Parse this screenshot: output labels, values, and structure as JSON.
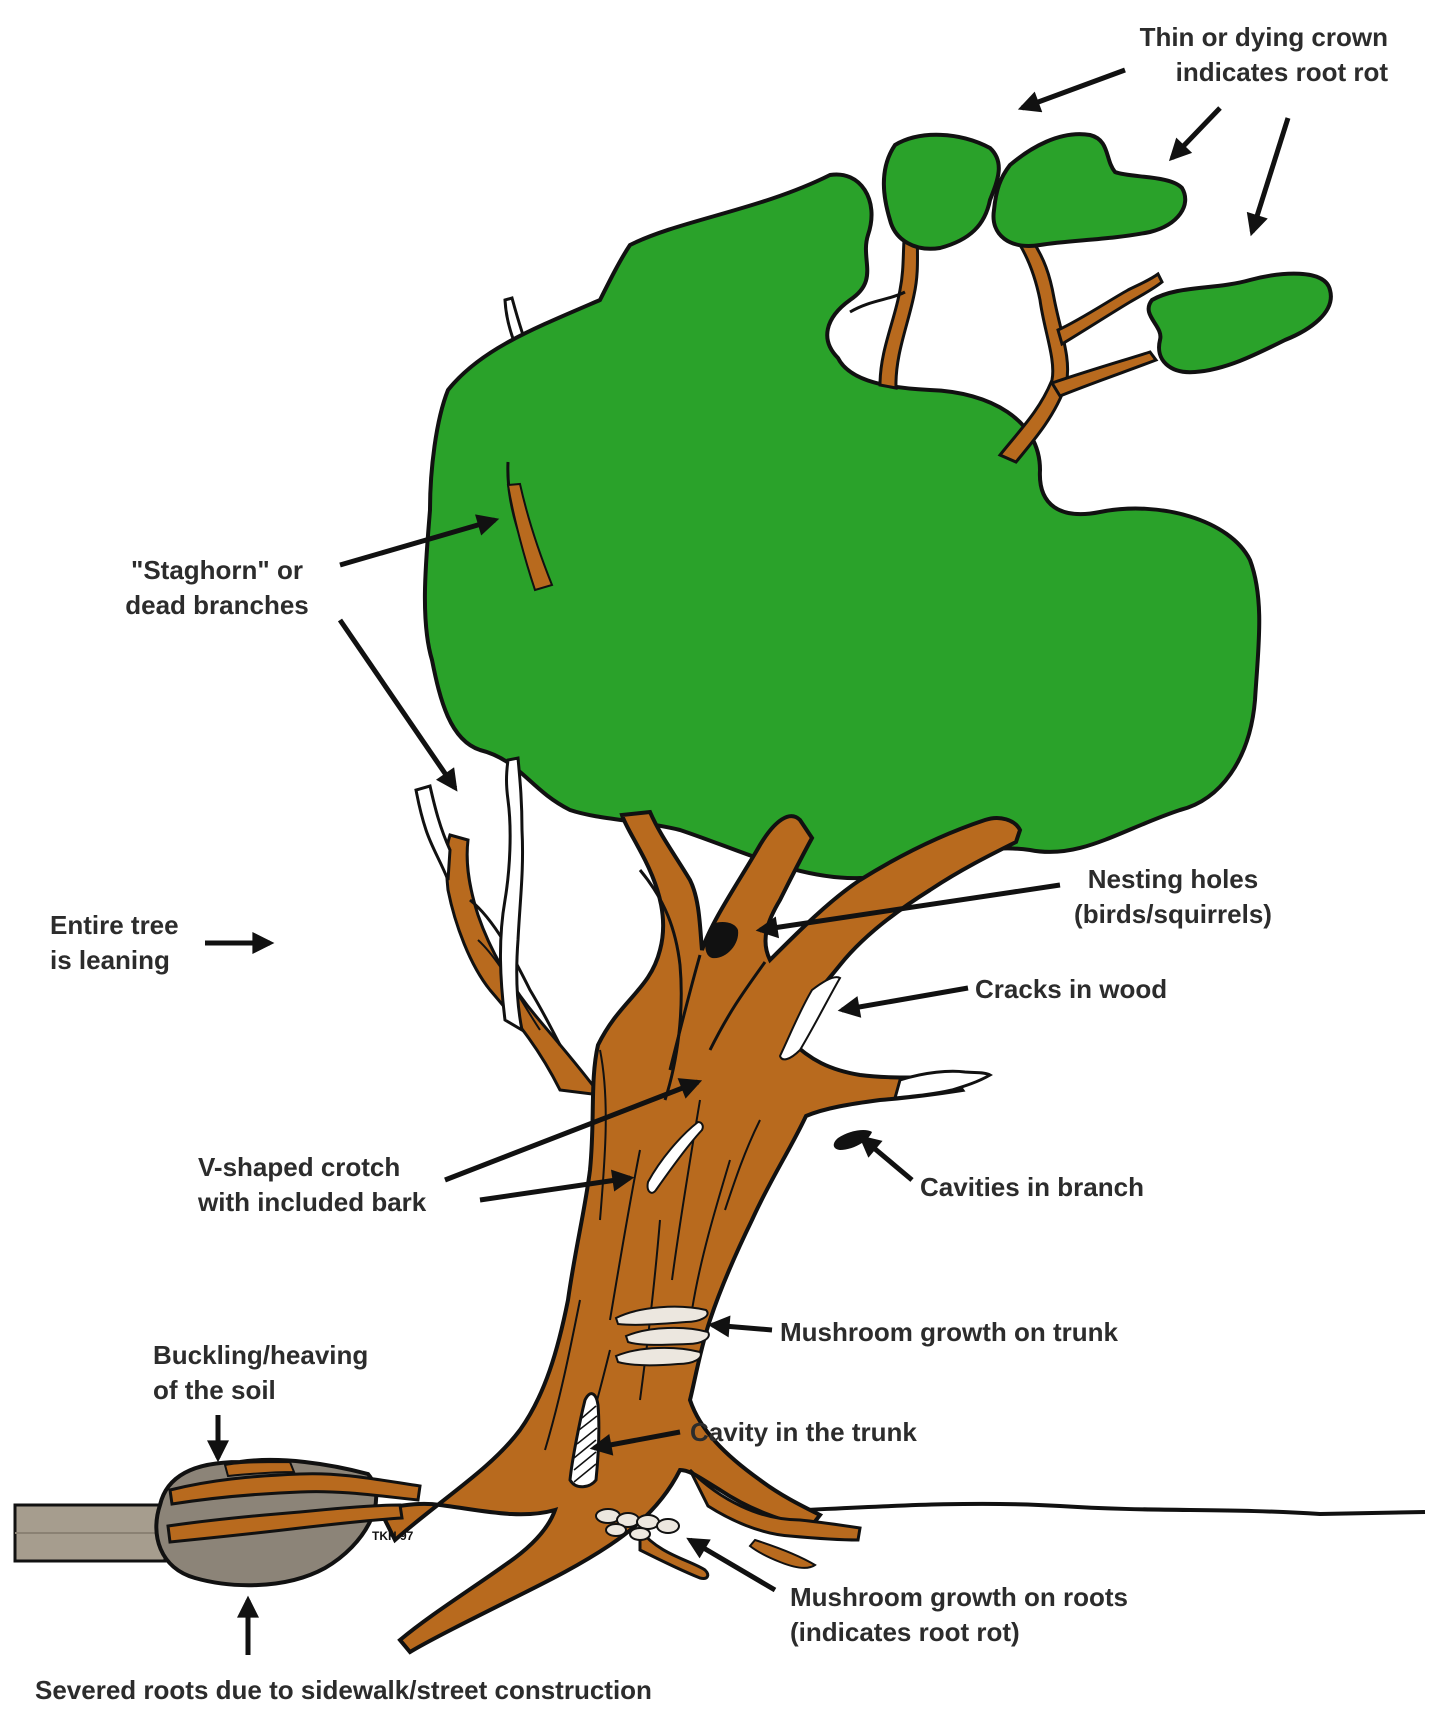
{
  "colors": {
    "foliage": "#2aa22a",
    "bark": "#b86a1e",
    "outline": "#111111",
    "soil": "#8c8478",
    "sidewalk": "#a69d8e",
    "dead_wood": "#ffffff",
    "label_text": "#2c2c2c"
  },
  "labels": {
    "crown": [
      "Thin or dying crown",
      "indicates root rot"
    ],
    "staghorn": [
      "\"Staghorn\" or",
      "dead branches"
    ],
    "nesting": [
      "Nesting holes",
      "(birds/squirrels)"
    ],
    "leaning": [
      "Entire tree",
      "is leaning"
    ],
    "cracks": [
      "Cracks in wood"
    ],
    "vcrotch": [
      "V-shaped crotch",
      "with included bark"
    ],
    "cavities_branch": [
      "Cavities in branch"
    ],
    "mushroom_trunk": [
      "Mushroom growth on trunk"
    ],
    "buckling": [
      "Buckling/heaving",
      "of the soil"
    ],
    "cavity_trunk": [
      "Cavity in the trunk"
    ],
    "mushroom_roots": [
      "Mushroom growth on roots",
      "(indicates root rot)"
    ],
    "severed": [
      "Severed roots due to sidewalk/street construction"
    ]
  },
  "signature": "TKH 97"
}
